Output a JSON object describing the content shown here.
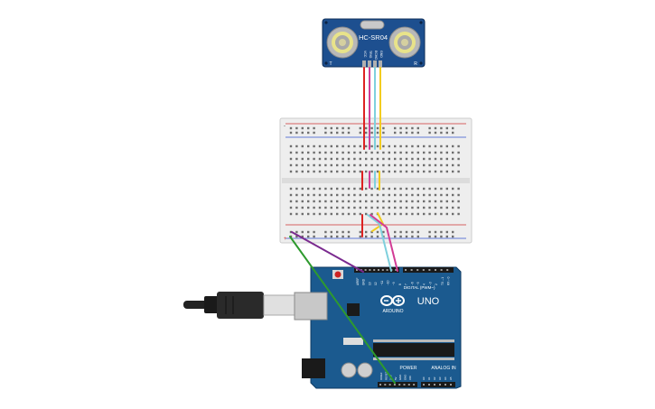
{
  "sensor": {
    "model": "HC-SR04",
    "pins": [
      "VCC",
      "TRIG",
      "ECHO",
      "GND"
    ],
    "left_mark": "T",
    "right_mark": "R"
  },
  "breadboard": {
    "power_rail_minus": "-",
    "power_rail_plus": "+"
  },
  "arduino": {
    "brand": "ARDUINO",
    "model": "UNO",
    "digital_label": "DIGITAL (PWM~)",
    "power_label": "POWER",
    "analog_label": "ANALOG IN",
    "top_pin_labels": [
      "AREF",
      "GND",
      "13",
      "12",
      "~11",
      "~10",
      "~9",
      "8",
      "7",
      "~6",
      "~5",
      "4",
      "~3",
      "2",
      "TX→1",
      "RX←0"
    ],
    "power_pin_labels": [
      "IOREF",
      "RESET",
      "3.3V",
      "5V",
      "GND",
      "GND",
      "VIN"
    ],
    "analog_pin_labels": [
      "A0",
      "A1",
      "A2",
      "A3",
      "A4",
      "A5"
    ]
  },
  "colors": {
    "sensor_board": "#1d4f8f",
    "arduino_board": "#1b5a8f",
    "breadboard": "#eeeeee",
    "wire_red": "#dd2222",
    "wire_pink": "#d23c95",
    "wire_cyan": "#7fd0dd",
    "wire_yellow": "#f2cc1f",
    "wire_purple": "#7a2a8f",
    "wire_green": "#2e9a2e"
  }
}
